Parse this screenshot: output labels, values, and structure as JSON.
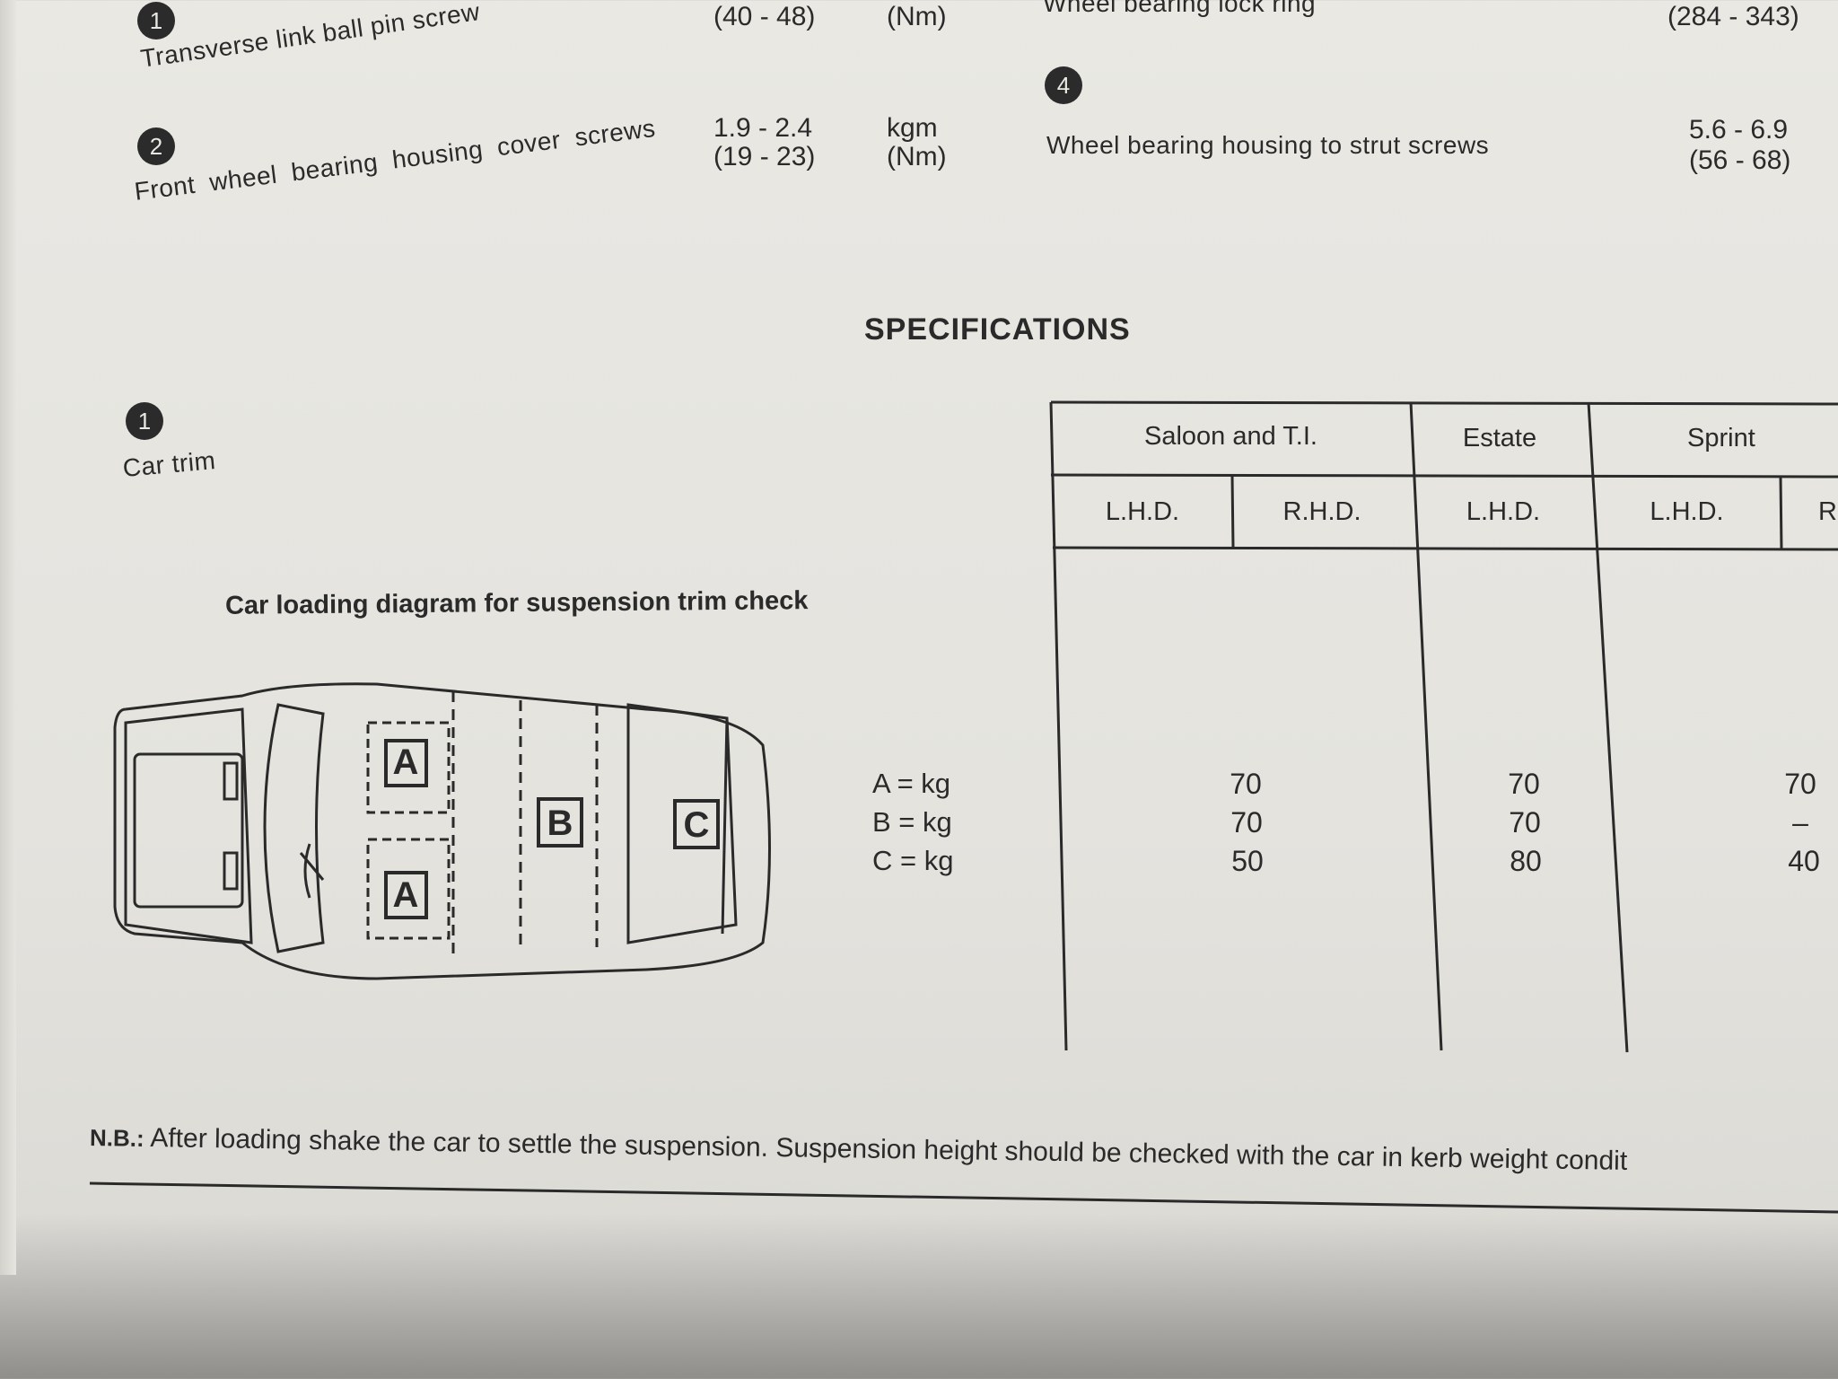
{
  "torque_items": [
    {
      "num": "1",
      "label": "Transverse link ball pin screw",
      "value_kgm": "",
      "value_nm": "(40 - 48)",
      "unit_kgm": "",
      "unit_nm": "(Nm)"
    },
    {
      "num": "2",
      "label": "Front wheel bearing housing cover screws",
      "value_kgm": "1.9 - 2.4",
      "value_nm": "(19 - 23)",
      "unit_kgm": "kgm",
      "unit_nm": "(Nm)"
    },
    {
      "num": "",
      "label": "Wheel bearing lock ring",
      "value_nm": "(284 - 343)"
    },
    {
      "num": "4",
      "label": "Wheel bearing housing to strut screws",
      "value_kgm": "5.6 - 6.9",
      "value_nm": "(56 - 68)"
    }
  ],
  "section_title": "SPECIFICATIONS",
  "car_trim": {
    "num": "1",
    "label": "Car trim"
  },
  "diagram": {
    "caption": "Car loading diagram for suspension trim check",
    "boxes": [
      "A",
      "B",
      "C",
      "A"
    ]
  },
  "table": {
    "groups": [
      "Saloon and T.I.",
      "Estate",
      "Sprint"
    ],
    "subheaders": [
      "L.H.D.",
      "R.H.D.",
      "L.H.D.",
      "L.H.D.",
      "R"
    ],
    "row_labels": [
      "A = kg",
      "B = kg",
      "C = kg"
    ],
    "columns": [
      {
        "values": [
          "70",
          "70",
          "50"
        ]
      },
      {
        "values": [
          "70",
          "70",
          "80"
        ]
      },
      {
        "values": [
          "70",
          "–",
          "40"
        ]
      }
    ]
  },
  "note": {
    "prefix": "N.B.:",
    "text": "After loading shake the car to settle the suspension. Suspension height should be checked with the car in kerb weight condit"
  }
}
